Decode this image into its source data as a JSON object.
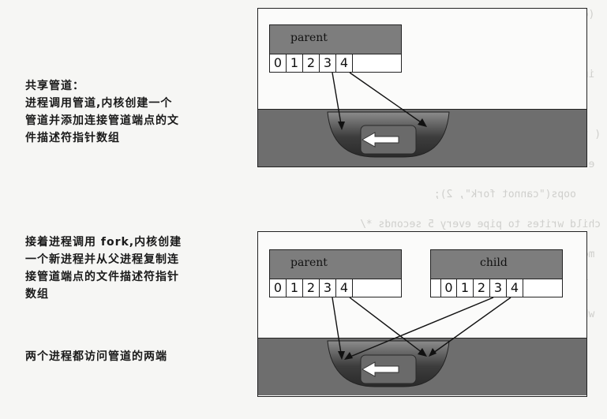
{
  "captions": {
    "shared_pipe": [
      "共享管道：",
      "进程调用管道,内核创建一个",
      "管道并添加连接管道端点的文",
      "件描述符指针数组"
    ],
    "fork": [
      "接着进程调用 fork,内核创建",
      "一个新进程并从父进程复制连",
      "接管道端点的文件描述符指针",
      "数组"
    ],
    "both_ends": [
      "两个进程都访问管道的两端"
    ]
  },
  "diagram1": {
    "parent_label": "parent",
    "fd_cells": [
      "0",
      "1",
      "2",
      "3",
      "4"
    ]
  },
  "diagram2": {
    "parent_label": "parent",
    "child_label": "child",
    "parent_fd_cells": [
      "0",
      "1",
      "2",
      "3",
      "4"
    ],
    "child_fd_cells": [
      "0",
      "1",
      "2",
      "3",
      "4"
    ]
  },
  "colors": {
    "kernel": "#6e6e6e",
    "process_header": "#7d7d7d",
    "pipe": "#3a3a3a"
  }
}
